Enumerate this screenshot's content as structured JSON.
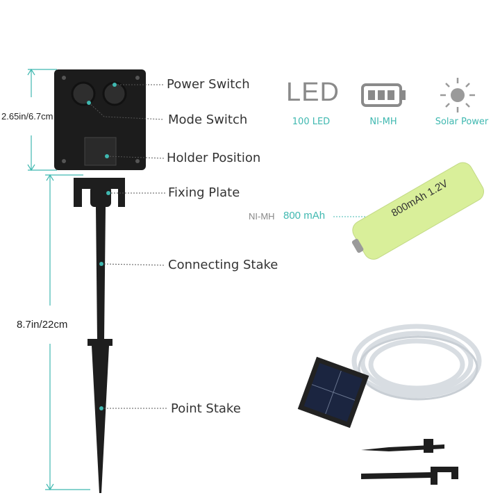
{
  "callouts": {
    "power_switch": "Power Switch",
    "mode_switch": "Mode Switch",
    "holder_position": "Holder Position",
    "fixing_plate": "Fixing Plate",
    "connecting_stake": "Connecting Stake",
    "point_stake": "Point Stake"
  },
  "dimensions": {
    "box_height": "2.65in/6.7cm",
    "stake_height": "8.7in/22cm"
  },
  "features": [
    {
      "icon": "led-icon",
      "icon_text": "LED",
      "label": "100 LED"
    },
    {
      "icon": "battery-icon",
      "label": "NI-MH"
    },
    {
      "icon": "sun-icon",
      "label": "Solar Power"
    }
  ],
  "battery": {
    "type": "NI-MH",
    "capacity": "800 mAh",
    "printed_text": "800mAh 1.2V"
  },
  "colors": {
    "accent": "#3fb8b0",
    "battery": "#d9ef9a",
    "device": "#1c1c1c"
  }
}
